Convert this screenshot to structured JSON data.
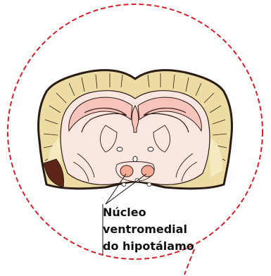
{
  "annotation": {
    "lines": [
      "Núcleo",
      "ventromedial",
      "do hipotálamo"
    ]
  },
  "colors": {
    "dashed_circle": "#d61f2b",
    "cortex_fill": "#ecdca4",
    "cortex_light": "#f4e9bf",
    "brain_interior": "#fbe7e1",
    "white_matter": "#f7c4bb",
    "outline": "#2a1c14",
    "dark_region": "#5e2417",
    "nucleus_highlight": "#f4ab93"
  }
}
